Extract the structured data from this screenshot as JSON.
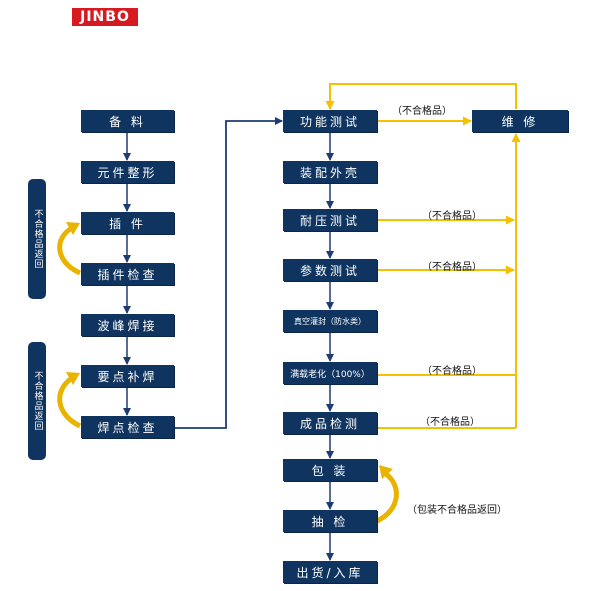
{
  "logo": "JINBO",
  "left_column": {
    "b1": "备 料",
    "b2": "元件整形",
    "b3": "插 件",
    "b4": "插件检查",
    "b5": "波峰焊接",
    "b6": "要点补焊",
    "b7": "焊点检查"
  },
  "right_column": {
    "r1": "功能测试",
    "r2": "装配外壳",
    "r3": "耐压测试",
    "r4": "参数测试",
    "r5": "真空灌封（防水类）",
    "r6": "满载老化（100%）",
    "r7": "成品检测",
    "r8": "包 装",
    "r9": "抽 检",
    "r10": "出货/入库"
  },
  "repair_box": "维 修",
  "side_notes": {
    "upper": "不合格品返回",
    "lower": "不合格品返回"
  },
  "labels": {
    "fail_r1": "（不合格品）",
    "fail_r3": "（不合格品）",
    "fail_r4": "（不合格品）",
    "fail_r6": "（不合格品）",
    "fail_r7": "（不合格品）",
    "pack_return": "（包装不合格品返回）"
  },
  "colors": {
    "box": "#0f3460",
    "arrow_blue": "#1f3b73",
    "arrow_gold": "#f5c000",
    "logo": "#d71920"
  }
}
